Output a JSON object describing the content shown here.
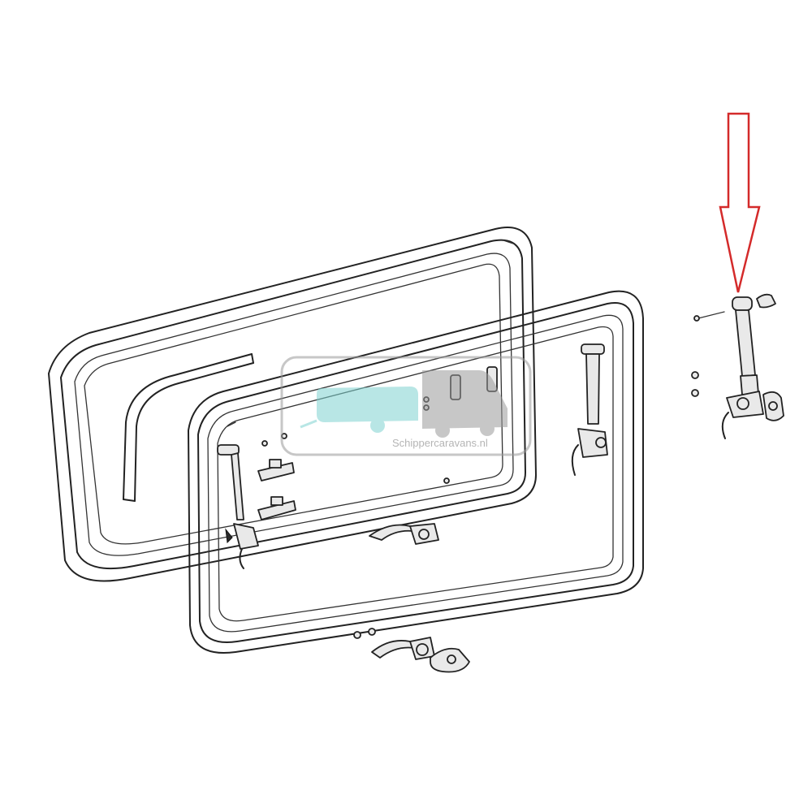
{
  "watermark": {
    "text": "Schippercaravans.nl",
    "colors": {
      "caravan_body": "#7fd3d0",
      "van_body": "#9a9a9a",
      "frame": "#9a9a9a"
    }
  },
  "callout": {
    "color": "#d42a2a",
    "points_to": "gas-strut-spare-part"
  },
  "diagram": {
    "type": "exploded-parts-view",
    "colors": {
      "line": "#222222",
      "part_fill": "#e9e9e9",
      "background": "#ffffff"
    }
  }
}
